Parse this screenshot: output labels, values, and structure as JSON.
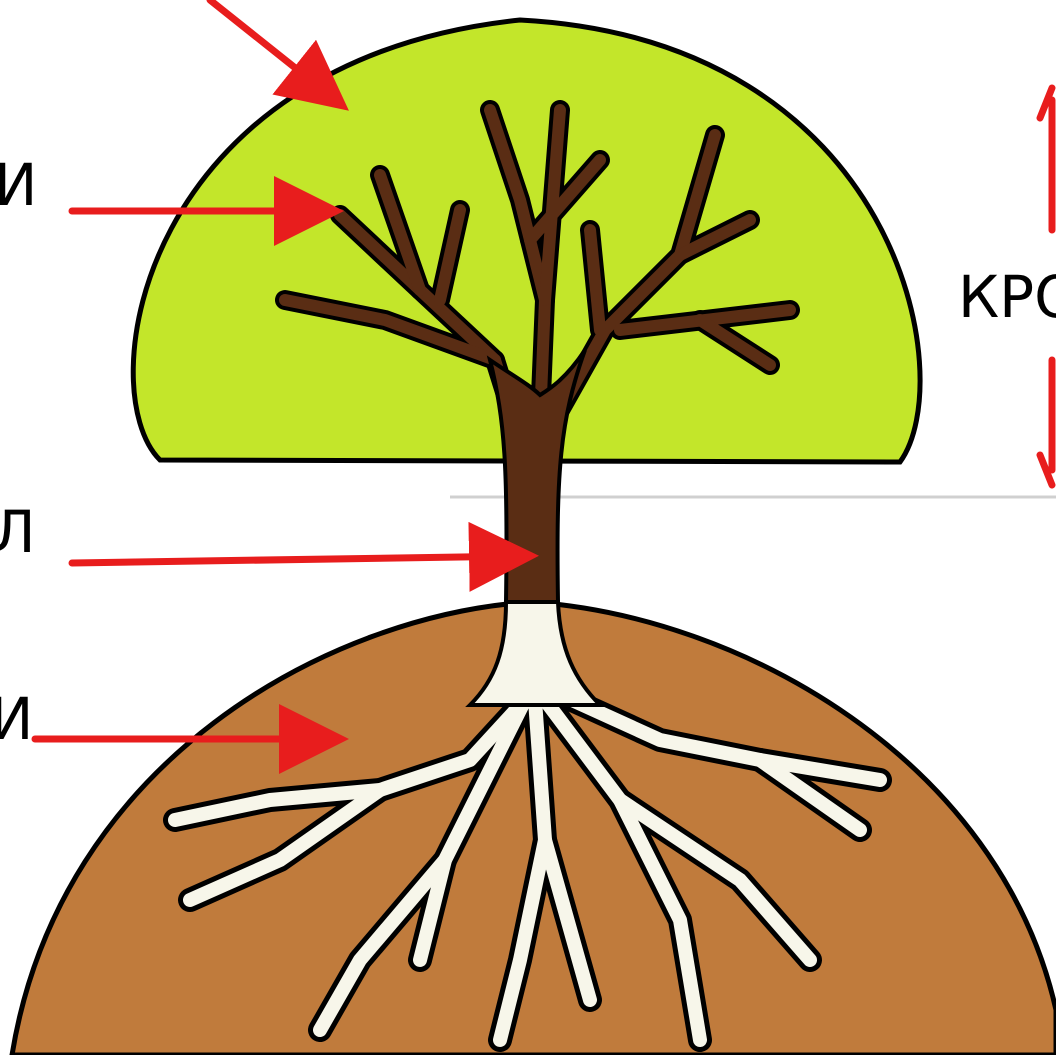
{
  "labels": {
    "branches": "И",
    "trunk": "Л",
    "roots": "И",
    "crown": "КРО"
  },
  "colors": {
    "crown_fill": "#c3e62a",
    "trunk_fill": "#5a2d14",
    "root_fill": "#f7f6ea",
    "soil_fill": "#c07b3c",
    "arrow": "#e81d1d",
    "outline": "#000000",
    "background": "#ffffff"
  },
  "icons": {
    "arrow": "red-arrow-icon",
    "bracket": "red-bracket-arrow-icon"
  }
}
